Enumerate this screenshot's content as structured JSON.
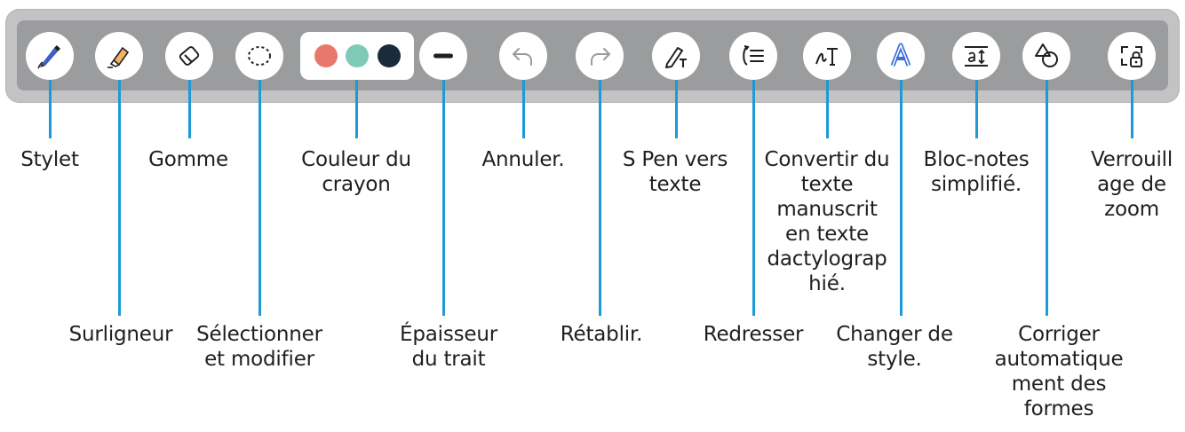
{
  "colors": {
    "pen_red": "#e8786e",
    "pen_teal": "#7fc9b9",
    "pen_navy": "#1a2b3c",
    "leader_line": "#1d9ad6"
  },
  "tools": [
    {
      "id": "stylet",
      "label": "Stylet",
      "icon": "pen-icon"
    },
    {
      "id": "surligneur",
      "label": "Surligneur",
      "icon": "highlighter-icon"
    },
    {
      "id": "gomme",
      "label": "Gomme",
      "icon": "eraser-icon"
    },
    {
      "id": "selection",
      "label": "Sélectionner\net modifier",
      "icon": "lasso-select-icon"
    },
    {
      "id": "couleur",
      "label": "Couleur du\ncrayon",
      "icon": "pen-color-swatches"
    },
    {
      "id": "epaisseur",
      "label": "Épaisseur\ndu trait",
      "icon": "stroke-thickness-icon"
    },
    {
      "id": "annuler",
      "label": "Annuler.",
      "icon": "undo-icon"
    },
    {
      "id": "retablir",
      "label": "Rétablir.",
      "icon": "redo-icon"
    },
    {
      "id": "spen",
      "label": "S Pen vers\ntexte",
      "icon": "pen-to-text-icon"
    },
    {
      "id": "redresser",
      "label": "Redresser",
      "icon": "straighten-icon"
    },
    {
      "id": "convertir",
      "label": "Convertir du\ntexte\nmanuscrit\nen texte\ndactylograp\nhié.",
      "icon": "handwriting-to-text-icon"
    },
    {
      "id": "style",
      "label": "Changer de\nstyle.",
      "icon": "change-style-icon"
    },
    {
      "id": "blocnotes",
      "label": "Bloc-notes\nsimplifié.",
      "icon": "easy-writing-pad-icon"
    },
    {
      "id": "formes",
      "label": "Corriger\nautomatique\nment des\nformes",
      "icon": "auto-shape-icon"
    },
    {
      "id": "zoom",
      "label": "Verrouill\nage de\nzoom",
      "icon": "zoom-lock-icon"
    }
  ]
}
